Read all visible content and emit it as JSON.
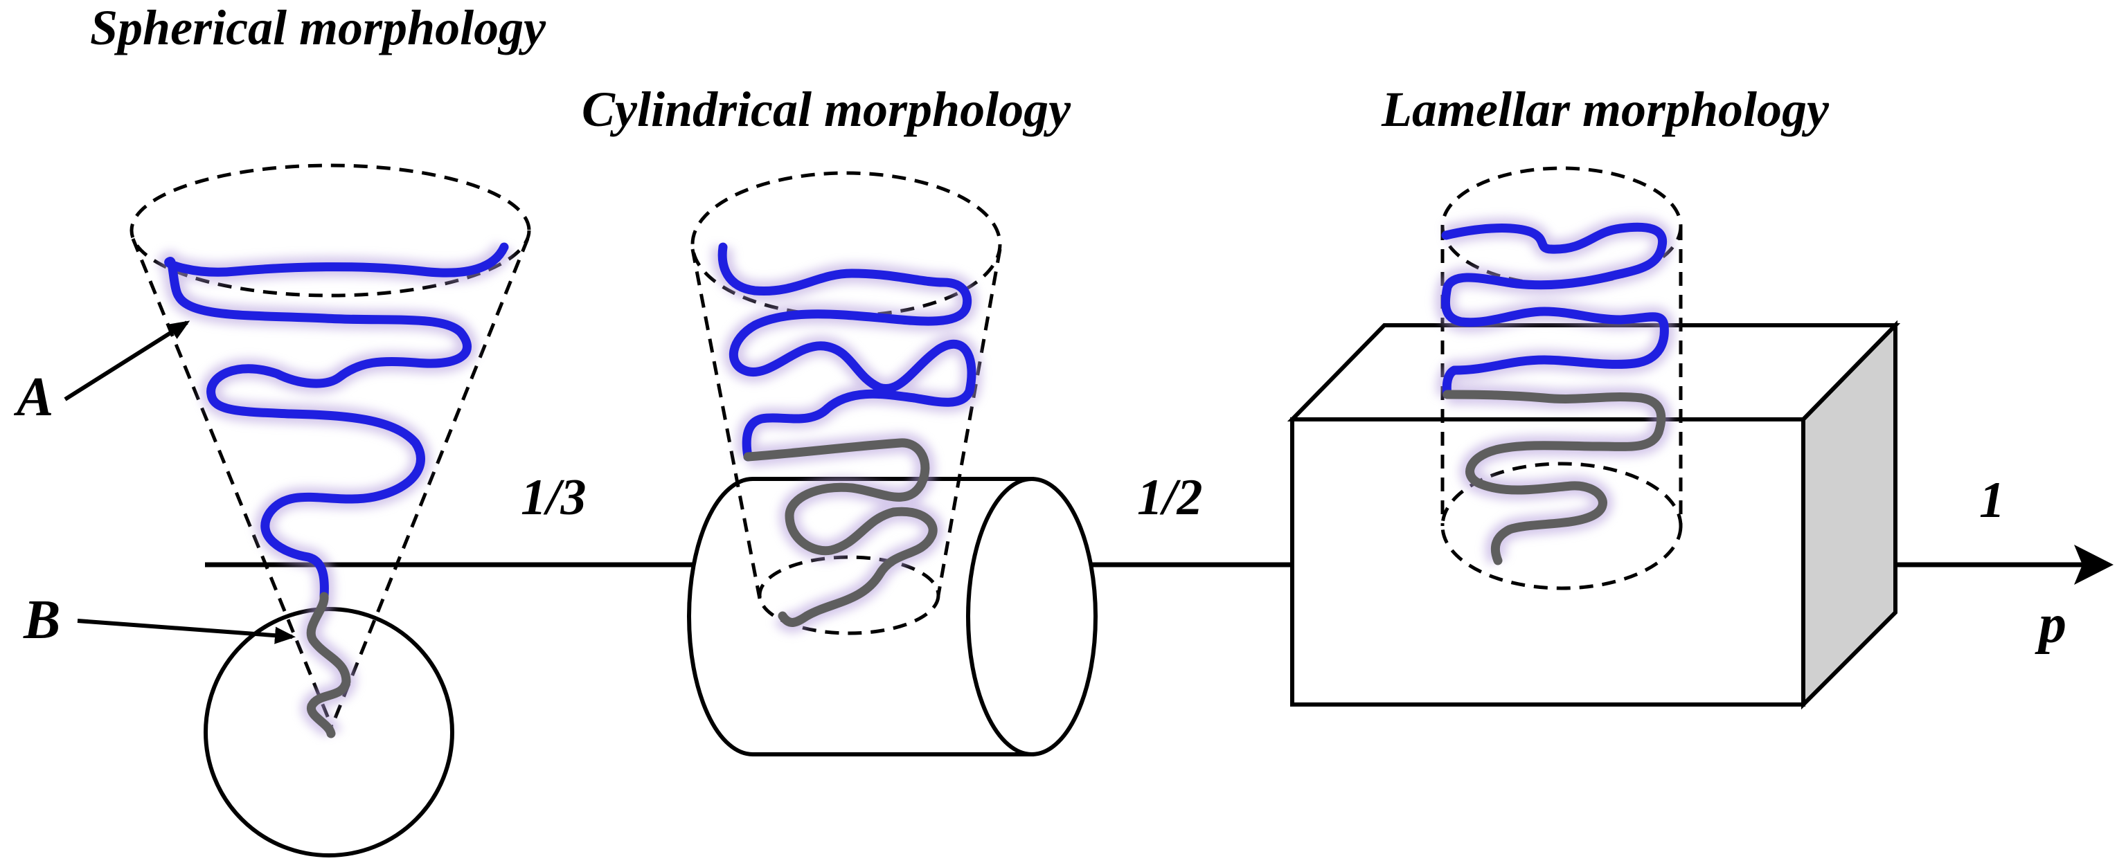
{
  "titles": {
    "spherical": "Spherical morphology",
    "cylindrical": "Cylindrical morphology",
    "lamellar": "Lamellar morphology"
  },
  "axis": {
    "label": "p",
    "ticks": [
      "1/3",
      "1/2",
      "1"
    ]
  },
  "blocks": {
    "a_label": "A",
    "b_label": "B"
  },
  "colors": {
    "block_a": "#1f1fe0",
    "block_b": "#5e5e5e",
    "glow": "#b39ddb",
    "box_side": "#d0d0d0",
    "line": "#000000"
  }
}
